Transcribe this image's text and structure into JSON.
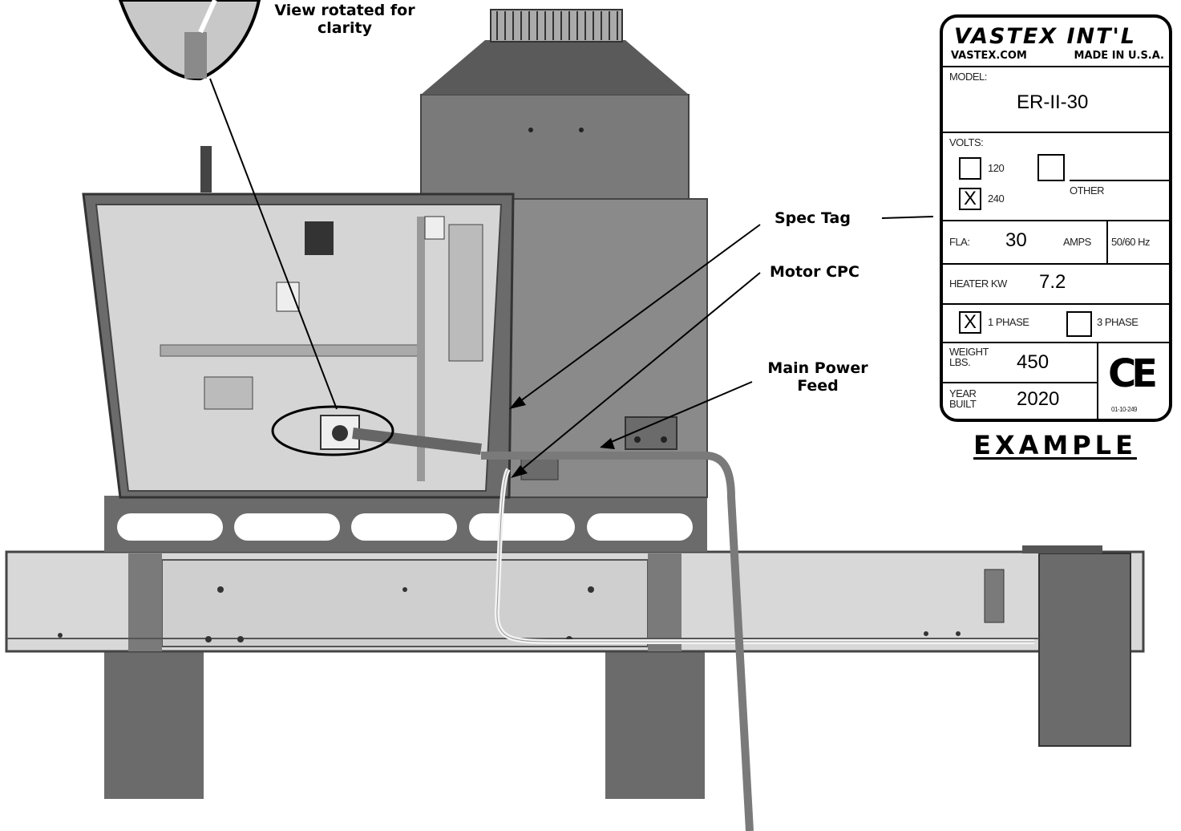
{
  "callouts": {
    "view_rotated": "View rotated for clarity",
    "spec_tag": "Spec Tag",
    "motor_cpc": "Motor CPC",
    "main_power_feed": "Main Power Feed"
  },
  "spec_tag": {
    "brand": "VASTEX INT'L",
    "website": "VASTEX.COM",
    "made_in": "MADE IN U.S.A.",
    "model_label": "MODEL:",
    "model_value": "ER-II-30",
    "volts_label": "VOLTS:",
    "volts_120": "120",
    "volts_240": "240",
    "volts_240_mark": "X",
    "other_label": "OTHER",
    "fla_label": "FLA:",
    "fla_value": "30",
    "amps_label": "AMPS",
    "hz_label": "50/60 Hz",
    "heater_label": "HEATER KW",
    "heater_value": "7.2",
    "phase1_mark": "X",
    "phase1_label": "1 PHASE",
    "phase3_label": "3 PHASE",
    "weight_label": "WEIGHT LBS.",
    "weight_value": "450",
    "year_label": "YEAR BUILT",
    "year_value": "2020",
    "ce_mark": "CE",
    "part_number": "01-10-249"
  },
  "example_label": "EXAMPLE",
  "colors": {
    "machine_dark": "#6b6b6b",
    "machine_mid": "#8a8a8a",
    "panel_light": "#cfcfcf",
    "frame_light": "#d8d8d8"
  }
}
